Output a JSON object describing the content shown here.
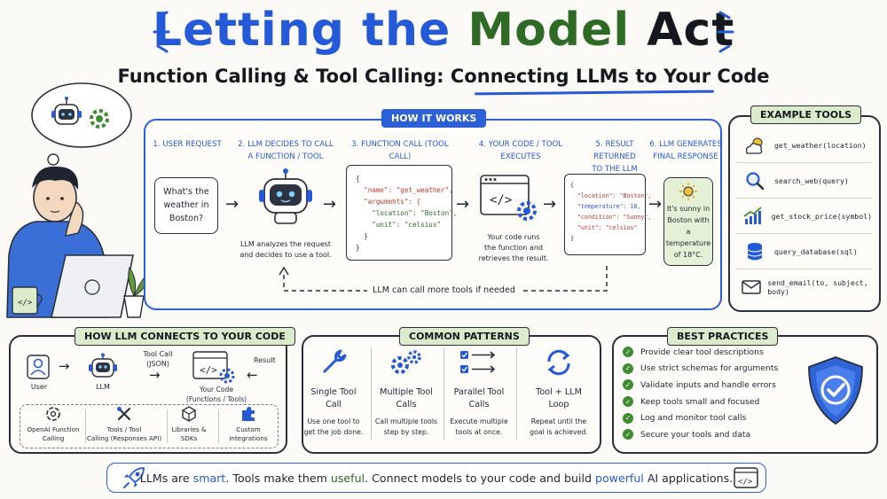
{
  "title": {
    "part1": "Letting the ",
    "part2": "Model",
    "part3": " Act"
  },
  "subtitle": "Function Calling & Tool Calling: Connecting LLMs to Your Code",
  "how_it_works": {
    "tag": "HOW IT WORKS",
    "steps": [
      {
        "label_line1": "1. USER REQUEST",
        "label_line2": ""
      },
      {
        "label_line1": "2. LLM DECIDES TO CALL",
        "label_line2": "A FUNCTION / TOOL"
      },
      {
        "label_line1": "3. FUNCTION CALL (TOOL CALL)",
        "label_line2": ""
      },
      {
        "label_line1": "4. YOUR CODE / TOOL EXECUTES",
        "label_line2": ""
      },
      {
        "label_line1": "5. RESULT RETURNED",
        "label_line2": "TO THE LLM"
      },
      {
        "label_line1": "6. LLM GENERATES",
        "label_line2": "FINAL RESPONSE"
      }
    ],
    "user_bubble": [
      "What's the",
      "weather in",
      "Boston?"
    ],
    "llm_caption": [
      "LLM analyzes the request",
      "and decides to use a tool."
    ],
    "call_json": [
      "{",
      "  \"name\": \"get_weather\",",
      "  \"argumehts\": {",
      "    \"location\": \"Boston\",",
      "    \"unit\": \"celsius\"",
      "  }",
      "}"
    ],
    "code_caption": [
      "Your code runs",
      "the function and",
      "retrieves the result."
    ],
    "result_json": [
      "{",
      "  \"location\": \"Boston\",",
      "  \"temperature\": 18,",
      "  \"condition\": \"Sunny\",",
      "  \"unit\": \"celsius\"",
      "}"
    ],
    "final_bubble": [
      "It's sunny in",
      "Boston with",
      "a temperature",
      "of 18°C."
    ],
    "loop_text": "LLM can call more tools if needed"
  },
  "example_tools": {
    "tag": "EXAMPLE TOOLS",
    "items": [
      {
        "icon": "weather-icon",
        "name": "get_weather(location)"
      },
      {
        "icon": "search-icon",
        "name": "search_web(query)"
      },
      {
        "icon": "stock-chart-icon",
        "name": "get_stock_price(symbol)"
      },
      {
        "icon": "database-icon",
        "name": "query_database(sql)"
      },
      {
        "icon": "envelope-icon",
        "name": "send_email(to, subject, body)"
      }
    ]
  },
  "connects": {
    "tag": "HOW LLM CONNECTS TO YOUR CODE",
    "user": "User",
    "llm": "LLM",
    "tool_call": [
      "Tool Call",
      "(JSON)"
    ],
    "your_code": [
      "Your Code",
      "(Functions / Tools)"
    ],
    "result": "Result",
    "libs": [
      {
        "icon": "openai-icon",
        "lines": [
          "OpenAI Function",
          "Calling"
        ]
      },
      {
        "icon": "tools-icon",
        "lines": [
          "Tools / Tool",
          "Calling (Responses API)"
        ]
      },
      {
        "icon": "cube-icon",
        "lines": [
          "Libraries &",
          "SDKs"
        ]
      },
      {
        "icon": "puzzle-icon",
        "lines": [
          "Custom",
          "Integrations"
        ]
      }
    ]
  },
  "patterns": {
    "tag": "COMMON PATTERNS",
    "items": [
      {
        "icon": "wrench-icon",
        "title": [
          "Single Tool",
          "Call"
        ],
        "desc": [
          "Use one tool to",
          "get the job done."
        ]
      },
      {
        "icon": "gears-icon",
        "title": [
          "Multiple Tool",
          "Calls"
        ],
        "desc": [
          "Call multiple tools",
          "step by step."
        ]
      },
      {
        "icon": "parallel-icon",
        "title": [
          "Parallel Tool",
          "Calls"
        ],
        "desc": [
          "Execute multiple",
          "tools at once."
        ]
      },
      {
        "icon": "loop-icon",
        "title": [
          "Tool + LLM",
          "Loop"
        ],
        "desc": [
          "Repeat until the",
          "goal is achieved."
        ]
      }
    ]
  },
  "best_practices": {
    "tag": "BEST PRACTICES",
    "items": [
      "Provide clear tool descriptions",
      "Use strict schemas for arguments",
      "Validate inputs and handle errors",
      "Keep tools small and focused",
      "Log and monitor tool calls",
      "Secure your tools and data"
    ]
  },
  "footer": {
    "p1": "LLMs are ",
    "smart": "smart",
    "p2": ". Tools make them ",
    "useful": "useful",
    "p3": ". Connect models to your code and build ",
    "powerful": "powerful",
    "p4": " AI applications."
  },
  "colors": {
    "blue": "#2459d8",
    "green": "#2f6a26",
    "check_green": "#3f8b2f"
  }
}
